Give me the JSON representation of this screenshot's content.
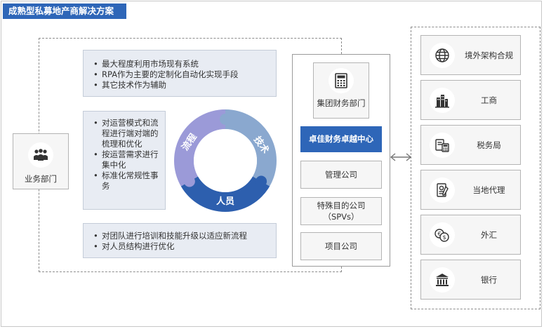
{
  "title": "成熟型私募地产商解决方案",
  "bullets_top": [
    "最大程度利用市场现有系统",
    "RPA作为主要的定制化自动化实现手段",
    "其它技术作为辅助"
  ],
  "bullets_mid": [
    "对运营模式和流程进行端对端的梳理和优化",
    "按运营需求进行集中化",
    "标准化常规性事务"
  ],
  "bullets_bottom": [
    "对团队进行培训和技能升级以适应新流程",
    "对人员结构进行优化"
  ],
  "ring": {
    "process": "流程",
    "technology": "技术",
    "people": "人员",
    "colors": {
      "process": "#9b9ad8",
      "technology": "#8aa8cf",
      "people": "#2d5fae"
    }
  },
  "business_dept": {
    "label": "业务部门",
    "icon": "people-icon"
  },
  "column": {
    "finance_dept": {
      "label": "集团财务部门",
      "icon": "calculator-icon"
    },
    "center": "卓佳财务卓越中心",
    "management": "管理公司",
    "spv_line1": "特殊目的公司",
    "spv_line2": "（SPVs）",
    "project": "项目公司"
  },
  "entities": [
    {
      "label": "境外架构合规",
      "icon": "globe-icon"
    },
    {
      "label": "工商",
      "icon": "building-icon"
    },
    {
      "label": "税务局",
      "icon": "tax-icon"
    },
    {
      "label": "当地代理",
      "icon": "document-icon"
    },
    {
      "label": "外汇",
      "icon": "currency-icon"
    },
    {
      "label": "银行",
      "icon": "bank-icon"
    }
  ],
  "colors": {
    "accent": "#2e66b8",
    "panel": "#e8ecf3"
  }
}
